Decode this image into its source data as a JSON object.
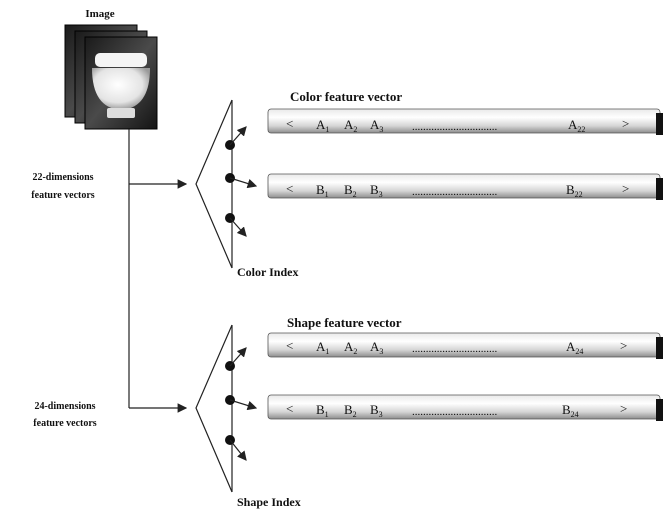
{
  "image_label": "Image",
  "color": {
    "dims_line1": "22-dimensions",
    "dims_line2": "feature vectors",
    "vector_title": "Color feature vector",
    "index_label": "Color Index",
    "vector_a": {
      "open": "<",
      "close": ">",
      "items": [
        {
          "base": "A",
          "sub": "1"
        },
        {
          "base": "A",
          "sub": "2"
        },
        {
          "base": "A",
          "sub": "3"
        }
      ],
      "dots": "...............................",
      "last": {
        "base": "A",
        "sub": "22"
      }
    },
    "vector_b": {
      "open": "<",
      "close": ">",
      "items": [
        {
          "base": "B",
          "sub": "1"
        },
        {
          "base": "B",
          "sub": "2"
        },
        {
          "base": "B",
          "sub": "3"
        }
      ],
      "dots": "...............................",
      "last": {
        "base": "B",
        "sub": "22"
      }
    }
  },
  "shape": {
    "dims_line1": "24-dimensions",
    "dims_line2": "feature vectors",
    "vector_title": "Shape feature vector",
    "index_label": "Shape Index",
    "vector_a": {
      "open": "<",
      "close": ">",
      "items": [
        {
          "base": "A",
          "sub": "1"
        },
        {
          "base": "A",
          "sub": "2"
        },
        {
          "base": "A",
          "sub": "3"
        }
      ],
      "dots": "...............................",
      "last": {
        "base": "A",
        "sub": "24"
      }
    },
    "vector_b": {
      "open": "<",
      "close": ">",
      "items": [
        {
          "base": "B",
          "sub": "1"
        },
        {
          "base": "B",
          "sub": "2"
        },
        {
          "base": "B",
          "sub": "3"
        }
      ],
      "dots": "...............................",
      "last": {
        "base": "B",
        "sub": "24"
      }
    }
  },
  "colors": {
    "line": "#222222",
    "bar_dark": "#111111",
    "bar_light": "#f2f2f2",
    "bar_mid": "#bdbdbd"
  }
}
